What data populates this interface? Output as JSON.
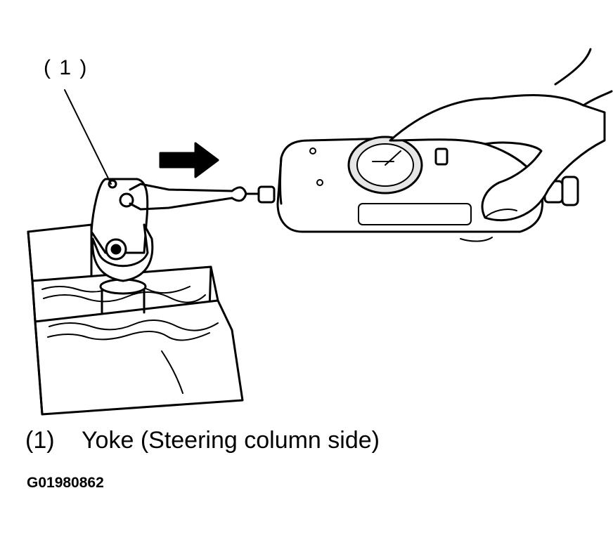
{
  "callout": {
    "ref": "( 1 )"
  },
  "caption": {
    "number": "(1)",
    "text": "Yoke (Steering column side)"
  },
  "figure_id": "G01980862",
  "colors": {
    "ink": "#000000",
    "paper": "#ffffff",
    "dial": "#e6e6e6"
  }
}
